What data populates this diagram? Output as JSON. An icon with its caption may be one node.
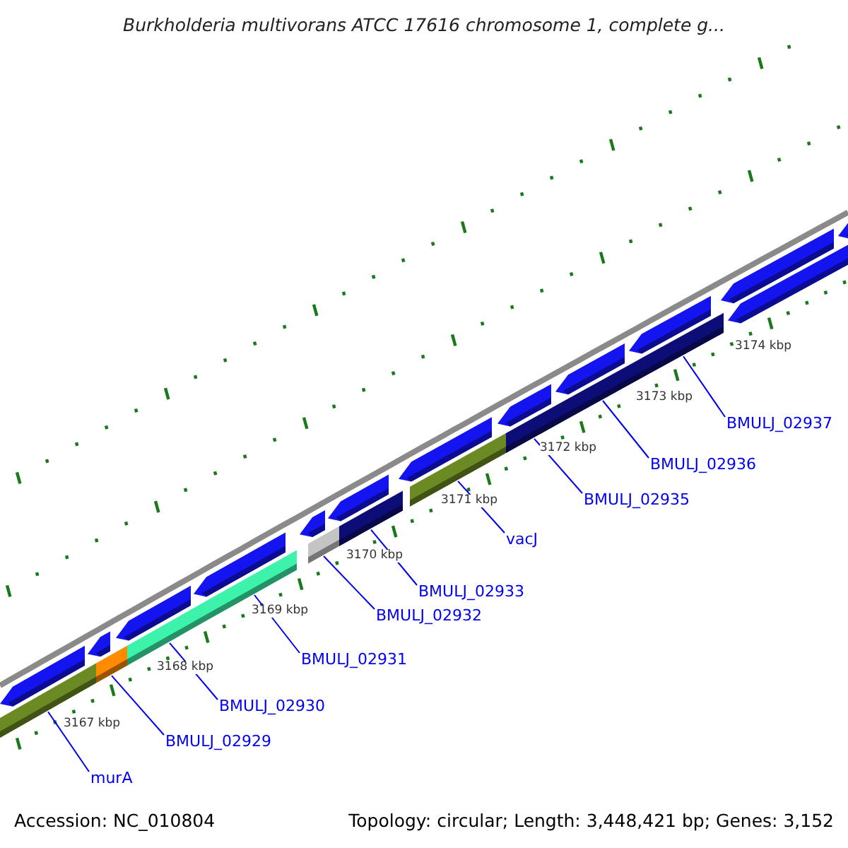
{
  "diagram": {
    "title": "Burkholderia multivorans ATCC 17616 chromosome 1, complete g...",
    "nodes": [
      {
        "text": [
          "murA"
        ]
      },
      {
        "text": [
          "BMULJ_02929"
        ]
      },
      {
        "text": [
          "BMULJ_02930"
        ]
      },
      {
        "text": [
          "BMULJ_02931"
        ]
      },
      {
        "text": [
          "BMULJ_02932"
        ]
      },
      {
        "text": [
          "BMULJ_02933"
        ]
      },
      {
        "text": [
          "vacJ"
        ]
      },
      {
        "text": [
          "BMULJ_02935"
        ]
      },
      {
        "text": [
          "BMULJ_02936"
        ]
      },
      {
        "text": [
          "BMULJ_02937"
        ]
      },
      {
        "text": [],
        "shape": "bar"
      },
      {
        "text": [],
        "shape": "bar"
      },
      {
        "text": [],
        "shape": "bar"
      },
      {
        "text": [],
        "shape": "bar"
      },
      {
        "text": [],
        "shape": "bar"
      },
      {
        "text": [],
        "shape": "bar"
      },
      {
        "text": [],
        "shape": "bar"
      },
      {
        "text": [],
        "shape": "bar"
      },
      {
        "text": [],
        "shape": "bar"
      },
      {
        "text": [],
        "shape": "bar"
      },
      {
        "text": [],
        "shape": "bar"
      },
      {
        "text": [],
        "shape": "bar"
      },
      {
        "text": [],
        "shape": "bar"
      },
      {
        "text": [],
        "shape": "bar"
      },
      {
        "text": [],
        "shape": "bar"
      },
      {
        "text": [],
        "shape": "bar"
      },
      {
        "text": [],
        "shape": "bar"
      },
      {
        "text": [],
        "shape": "bar"
      },
      {
        "text": [],
        "shape": "bar"
      },
      {
        "text": [],
        "shape": "bar"
      },
      {
        "text": [],
        "shape": "bar"
      },
      {
        "text": [],
        "shape": "bar"
      },
      {
        "text": [],
        "shape": "bar"
      }
    ],
    "edges": [
      {
        "from": 0,
        "to": 11,
        "arrow": "none"
      },
      {
        "from": 1,
        "to": 13,
        "arrow": "none"
      },
      {
        "from": 2,
        "to": 15,
        "arrow": "none"
      },
      {
        "from": 3,
        "to": 17,
        "arrow": "none"
      },
      {
        "from": 4,
        "to": 19,
        "arrow": "none"
      },
      {
        "from": 5,
        "to": 21,
        "arrow": "none"
      },
      {
        "from": 6,
        "to": 23,
        "arrow": "none"
      },
      {
        "from": 7,
        "to": 25,
        "arrow": "none"
      },
      {
        "from": 8,
        "to": 27,
        "arrow": "none"
      },
      {
        "from": 9,
        "to": 29,
        "arrow": "none"
      }
    ],
    "labels": [
      "3167 kbp",
      "3168 kbp",
      "3169 kbp",
      "3170 kbp",
      "3171 kbp",
      "3172 kbp",
      "3173 kbp",
      "3174 kbp",
      "Accession: NC_010804",
      "Topology: circular; Length: 3,448,421 bp; Genes: 3,152"
    ]
  }
}
